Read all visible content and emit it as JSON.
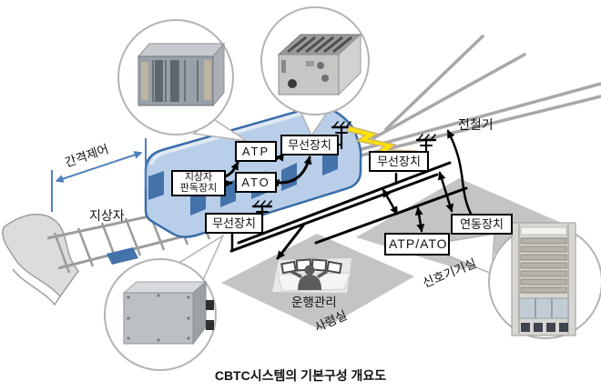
{
  "caption": "CBTC시스템의 기본구성 개요도",
  "labels": {
    "interval_control": "간격제어",
    "balise": "지상자",
    "balise_reader_l1": "지상자",
    "balise_reader_l2": "판독장치",
    "atp": "ATP",
    "ato": "ATO",
    "radio_onboard": "무선장치",
    "radio_wayside_left": "무선장치",
    "radio_wayside_right": "무선장치",
    "switch_machine": "전철기",
    "interlocking": "연동장치",
    "atp_ato_rack": "ATP/ATO",
    "operation_management": "운행관리",
    "control_room": "사령실",
    "signal_equipment_room": "신호기기실"
  },
  "colors": {
    "accent_blue": "#4f81bd",
    "train_body": "#b9cfe9",
    "train_outline": "#3a6ca8",
    "window_blue": "#4472aa",
    "lightning_yellow": "#ffe10a",
    "floor_gray": "#c4c4c4",
    "track_gray": "#9c9c9c",
    "line_black": "#000000"
  }
}
